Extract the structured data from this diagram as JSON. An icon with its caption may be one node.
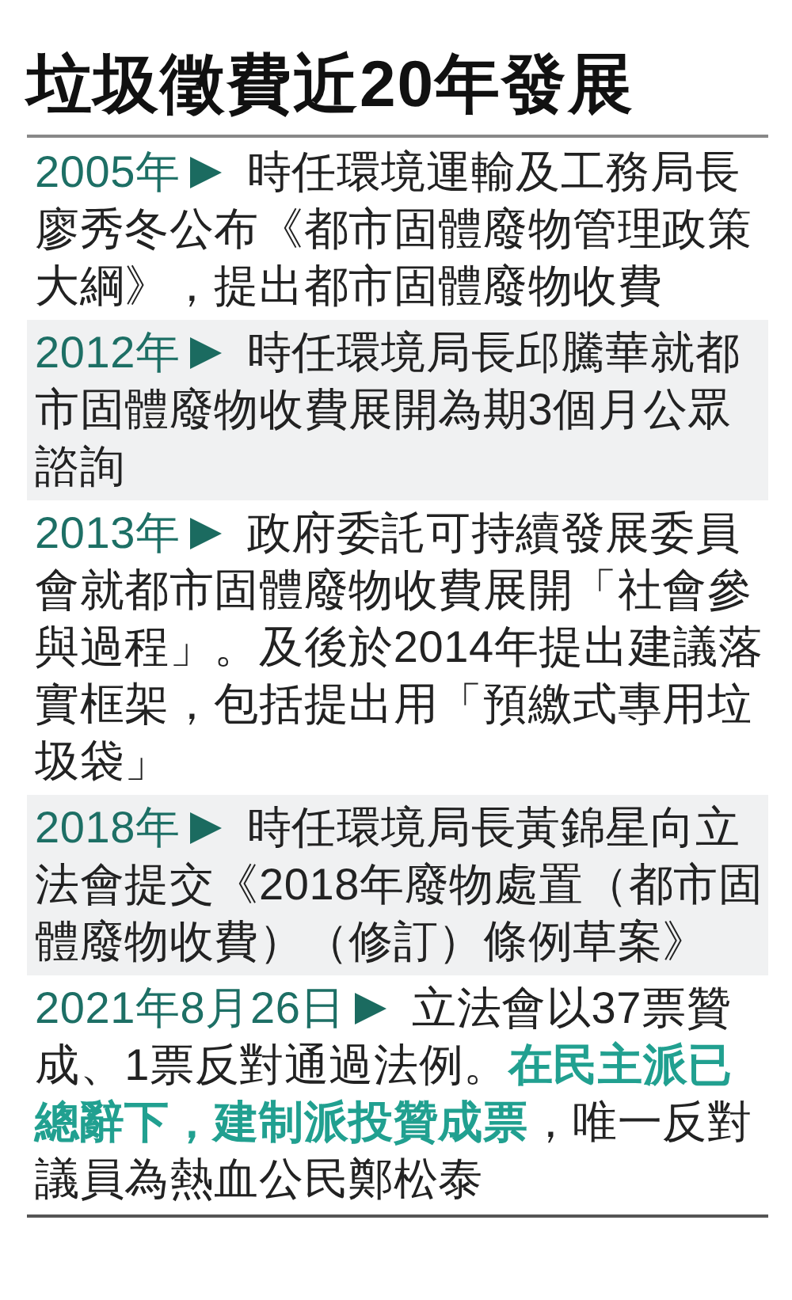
{
  "diagram": {
    "title": "垃圾徵費近20年發展",
    "nodes": [
      {
        "text": [
          "2005年",
          "時任環境運輸及工務局長廖秀冬公布《都市固體廢物管理政策大綱》，提出都市固體廢物收費"
        ]
      },
      {
        "text": [
          "2012年",
          "時任環境局長邱騰華就都市固體廢物收費展開為期3個月公眾諮詢"
        ]
      },
      {
        "text": [
          "2013年",
          "政府委託可持續發展委員會就都市固體廢物收費展開「社會參與過程」。及後於2014年提出建議落實框架，包括提出用「預繳式專用垃圾袋」"
        ]
      },
      {
        "text": [
          "2018年",
          "時任環境局長黃錦星向立法會提交《2018年廢物處置（都市固體廢物收費）（修訂）條例草案》"
        ]
      },
      {
        "text": [
          "2021年8月26日",
          "立法會以37票贊成、1票反對通過法例。**在民主派已總辭下，建制派投贊成票**，唯一反對議員為熱血公民鄭松泰"
        ]
      }
    ]
  }
}
